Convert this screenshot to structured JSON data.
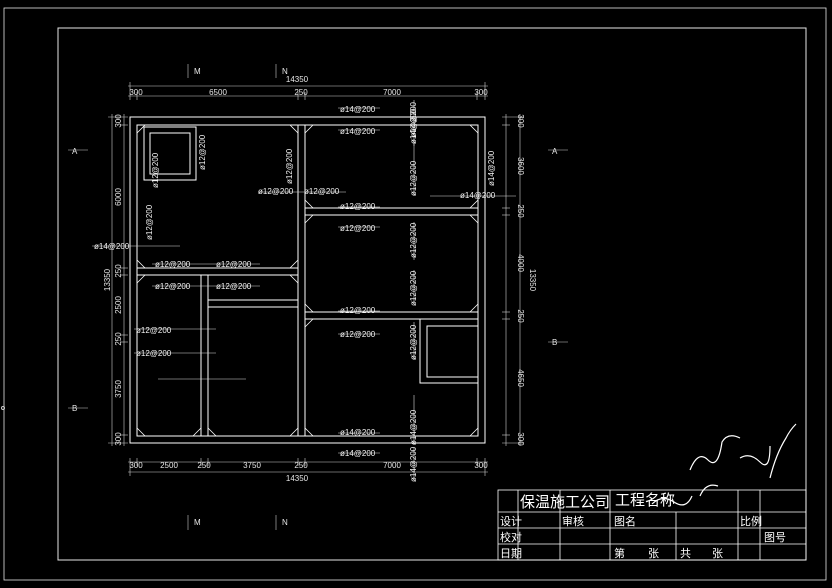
{
  "axis_labels": {
    "top_m": "M",
    "top_n": "N",
    "bottom_m": "M",
    "bottom_n": "N",
    "left_a": "A",
    "left_b": "B",
    "right_a": "A",
    "right_b": "B"
  },
  "dims": {
    "top_total": "14350",
    "top_segments": [
      "300",
      "6500",
      "250",
      "7000",
      "300"
    ],
    "bottom_total": "14350",
    "bottom_segments": [
      "300",
      "2500",
      "250",
      "3750",
      "250",
      "7000",
      "300"
    ],
    "left_total": "13350",
    "left_segments": [
      "300",
      "6000",
      "250",
      "2500",
      "250",
      "3750",
      "300"
    ],
    "right_total": "13350",
    "right_segments": [
      "300",
      "3600",
      "250",
      "4000",
      "250",
      "4650",
      "300"
    ]
  },
  "rebar_labels": {
    "r1": "ø14@200",
    "r2": "ø14@200",
    "r3": "ø14@200",
    "r4": "ø14@200",
    "r5": "ø12@200",
    "r6": "ø12@200",
    "r7": "ø14@200",
    "r8": "ø14@200",
    "r9": "ø12@200",
    "r10": "ø12@200",
    "r11": "ø12@200",
    "r12": "ø12@200",
    "r13": "ø12@200",
    "r14": "ø12@200",
    "r15": "ø12@200",
    "r16": "ø12@200",
    "r17": "ø12@200",
    "r18": "ø12@200",
    "r19": "ø12@200",
    "r20": "ø12@200",
    "r21": "ø12@200",
    "r22": "ø12@200",
    "r23": "ø14@200",
    "r24": "ø14@200",
    "r25": "ø14@200",
    "r26": "ø14@200",
    "r27": "ø12@200",
    "r28": "ø12@200",
    "r29": "ø14@200",
    "r30": "ø12@200",
    "r31": "ø12@200"
  },
  "title_block": {
    "t1": "保温施工公司",
    "t2": "工程名称",
    "t3": "图名",
    "t4": "设计",
    "t5": "审核",
    "t6": "校对",
    "t7": "日期",
    "t8": "第",
    "t9": "张",
    "t10": "共",
    "t11": "张",
    "t12": "比例",
    "t13": "图号"
  }
}
